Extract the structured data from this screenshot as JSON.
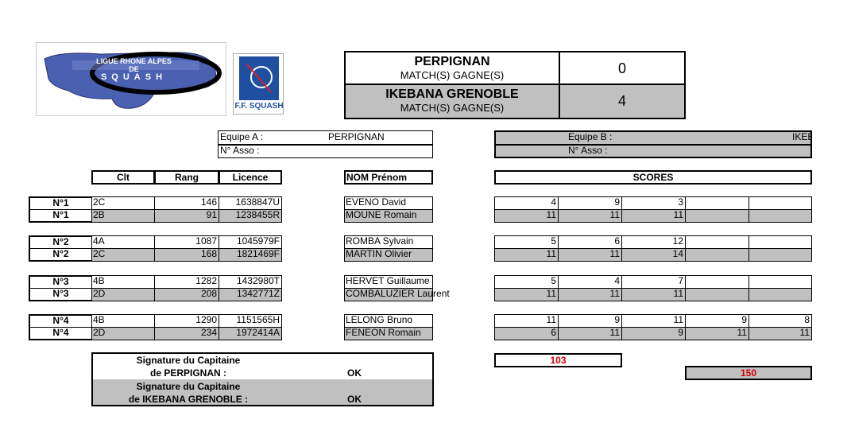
{
  "logo": {
    "ligue_text": "LIGUE RHONE ALPES DE SQUASH",
    "ligue_line1": "LIGUE RHONE ALPES",
    "ligue_line2": "DE",
    "ligue_line3": "SQUASH",
    "ff_text": "F.F. SQUASH"
  },
  "summary": {
    "team_a": "PERPIGNAN",
    "team_a_sub": "MATCH(S) GAGNE(S)",
    "team_a_score": "0",
    "team_b": "IKEBANA GRENOBLE",
    "team_b_sub": "MATCH(S) GAGNE(S)",
    "team_b_score": "4"
  },
  "equipe_a": {
    "label": "Equipe A :",
    "value": "PERPIGNAN",
    "asso_label": "N° Asso :"
  },
  "equipe_b": {
    "label": "Equipe B :",
    "value": "IKEB",
    "asso_label": "N° Asso :"
  },
  "headers": {
    "clt": "Clt",
    "rang": "Rang",
    "licence": "Licence",
    "nom": "NOM Prénom",
    "scores": "SCORES"
  },
  "matches": [
    {
      "a": {
        "n": "N°1",
        "clt": "2C",
        "rang": "146",
        "licence": "1638847U",
        "nom": "EVENO David",
        "scores": [
          "4",
          "9",
          "3",
          "",
          ""
        ]
      },
      "b": {
        "n": "N°1",
        "clt": "2B",
        "rang": "91",
        "licence": "1238455R",
        "nom": "MOUNE Romain",
        "scores": [
          "11",
          "11",
          "11",
          "",
          ""
        ]
      }
    },
    {
      "a": {
        "n": "N°2",
        "clt": "4A",
        "rang": "1087",
        "licence": "1045979F",
        "nom": "ROMBA Sylvain",
        "scores": [
          "5",
          "6",
          "12",
          "",
          ""
        ]
      },
      "b": {
        "n": "N°2",
        "clt": "2C",
        "rang": "168",
        "licence": "1821469F",
        "nom": "MARTIN Olivier",
        "scores": [
          "11",
          "11",
          "14",
          "",
          ""
        ]
      }
    },
    {
      "a": {
        "n": "N°3",
        "clt": "4B",
        "rang": "1282",
        "licence": "1432980T",
        "nom": "HERVET Guillaume",
        "scores": [
          "5",
          "4",
          "7",
          "",
          ""
        ]
      },
      "b": {
        "n": "N°3",
        "clt": "2D",
        "rang": "208",
        "licence": "1342771Z",
        "nom": "COMBALUZIER Laurent",
        "scores": [
          "11",
          "11",
          "11",
          "",
          ""
        ]
      }
    },
    {
      "a": {
        "n": "N°4",
        "clt": "4B",
        "rang": "1290",
        "licence": "1151565H",
        "nom": "LELONG Bruno",
        "scores": [
          "11",
          "9",
          "11",
          "9",
          "8"
        ]
      },
      "b": {
        "n": "N°4",
        "clt": "2D",
        "rang": "234",
        "licence": "1972414A",
        "nom": "FENEON Romain",
        "scores": [
          "6",
          "11",
          "9",
          "11",
          "11"
        ]
      }
    }
  ],
  "totals": {
    "a": "103",
    "b": "150"
  },
  "signatures": {
    "a_line1": "Signature du Capitaine",
    "a_line2": "de PERPIGNAN :",
    "a_value": "OK",
    "b_line1": "Signature du Capitaine",
    "b_line2": "de IKEBANA GRENOBLE :",
    "b_value": "OK"
  }
}
